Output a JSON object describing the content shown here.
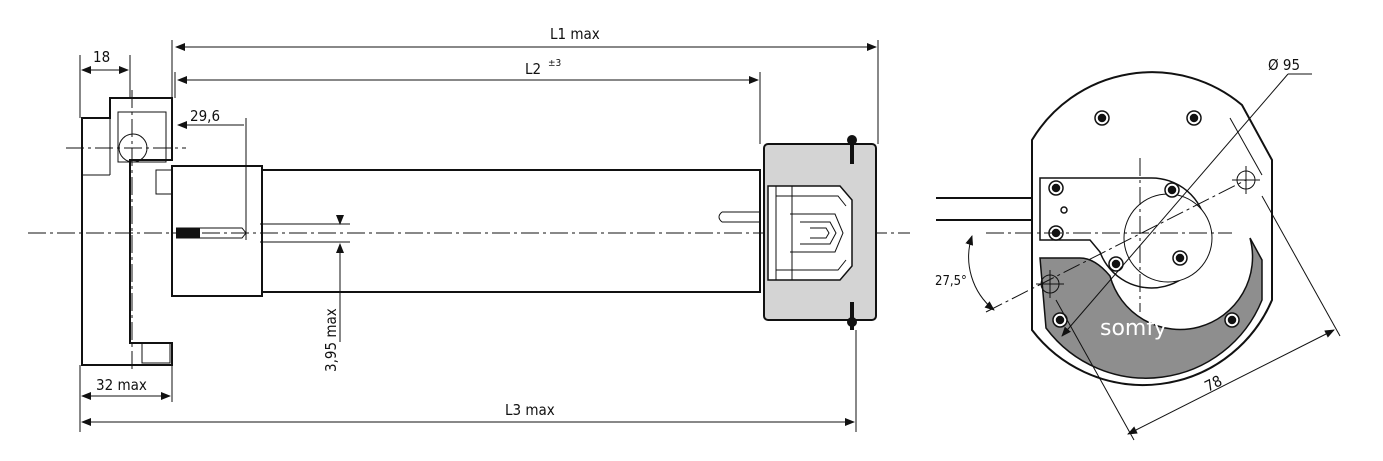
{
  "dimensions": {
    "l1": "L1 max",
    "l2": "L2",
    "l2_tol": "±3",
    "l3": "L3 max",
    "d18": "18",
    "d29": "29,6",
    "d32": "32 max",
    "d395": "3,95 max",
    "dia": "Ø 95",
    "angle": "27,5°",
    "d78": "78"
  },
  "brand": {
    "logo": "somfy"
  },
  "colors": {
    "housing": "#d4d4d4",
    "line": "#111111"
  }
}
